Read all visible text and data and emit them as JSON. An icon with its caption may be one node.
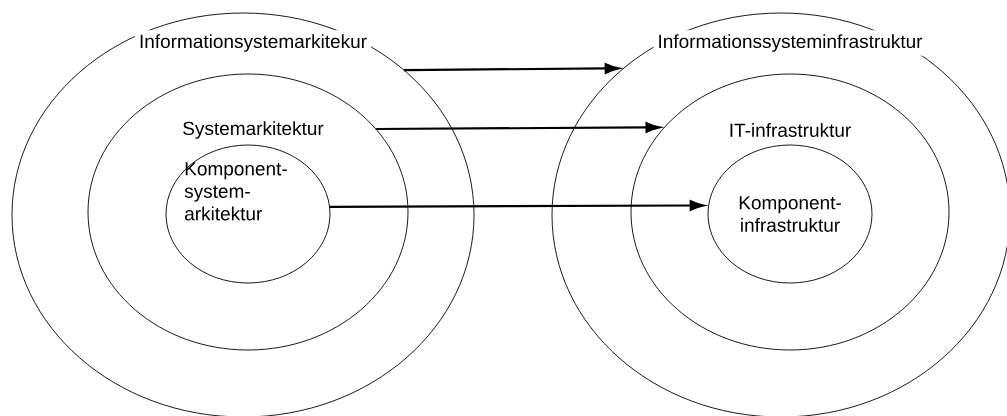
{
  "diagram": {
    "nodes": [
      {
        "text": [
          "Informationsystemarkitekur"
        ]
      },
      {
        "text": [
          "Systemarkitektur"
        ],
        "in": 0
      },
      {
        "text": [
          "Komponent- system- arkitektur"
        ],
        "in": 1
      },
      {
        "text": [
          "Informationssysteminfrastruktur"
        ]
      },
      {
        "text": [
          "IT-infrastruktur"
        ],
        "in": 3
      },
      {
        "text": [
          "Komponent- infrastruktur"
        ],
        "in": 4
      }
    ],
    "edges": [
      {
        "from": 0,
        "to": 3,
        "arrow": "to"
      },
      {
        "from": 1,
        "to": 4,
        "arrow": "to"
      },
      {
        "from": 2,
        "to": 5,
        "arrow": "to"
      }
    ]
  }
}
